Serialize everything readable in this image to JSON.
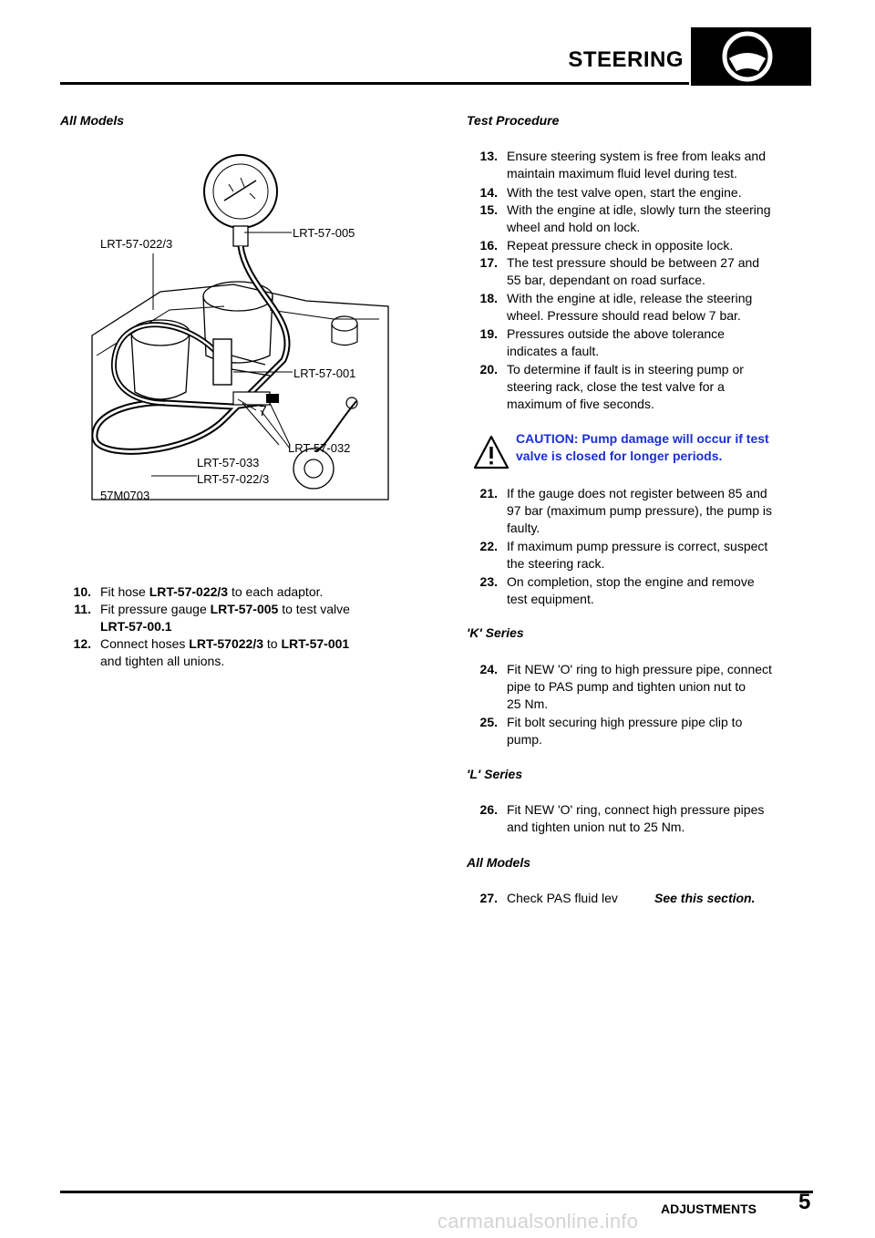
{
  "header": {
    "title": "STEERING",
    "icon": "steering-wheel-icon"
  },
  "left": {
    "section_title": "All Models",
    "figure": {
      "labels": {
        "l1": "LRT-57-022/3",
        "l2": "LRT-57-005",
        "l3": "LRT-57-001",
        "l4": "7",
        "l5": "LRT-57-032",
        "l6": "LRT-57-033",
        "l7": "LRT-57-022/3",
        "l8": "57M0703"
      }
    },
    "steps": [
      {
        "num": "10.",
        "pre": "Fit hose ",
        "bold": "LRT-57-022/3",
        "post": " to each adaptor."
      },
      {
        "num": "11.",
        "pre": "Fit pressure gauge ",
        "bold": "LRT-57-005",
        "post": " to test valve",
        "line2": "LRT-57-00.1"
      },
      {
        "num": "12.",
        "pre": "Connect hoses ",
        "bold": "LRT-57022/3",
        "mid": " to ",
        "bold2": "LRT-57-001",
        "line2": "and tighten all unions."
      }
    ]
  },
  "right": {
    "section_title": "Test Procedure",
    "steps_a": [
      {
        "num": "13.",
        "l1": "Ensure steering system is free from leaks and",
        "l2": "maintain maximum fluid level during test."
      },
      {
        "num": "14.",
        "l1": "With the test valve open, start the engine."
      },
      {
        "num": "15.",
        "l1": "With the engine at idle, slowly turn the steering",
        "l2": "wheel and hold on lock."
      },
      {
        "num": "16.",
        "l1": "Repeat pressure check in opposite lock."
      },
      {
        "num": "17.",
        "l1": "The test pressure should be between 27 and",
        "l2": "55 bar, dependant on road surface."
      },
      {
        "num": "18.",
        "l1": "With the engine at idle, release the steering",
        "l2": "wheel. Pressure should read below 7 bar."
      },
      {
        "num": "19.",
        "l1": "Pressures outside the above tolerance",
        "l2": "indicates a fault."
      },
      {
        "num": "20.",
        "l1": "To determine if fault is in steering pump or",
        "l2": "steering rack, close the test valve for a",
        "l3": "maximum of five seconds."
      }
    ],
    "caution": {
      "l1": "CAUTION: Pump damage will occur if test",
      "l2": "valve is closed for longer periods.",
      "icon": "warning-triangle-icon"
    },
    "steps_b": [
      {
        "num": "21.",
        "l1": "If the gauge does not register between 85 and",
        "l2": "97 bar (maximum pump pressure), the pump is",
        "l3": "faulty."
      },
      {
        "num": "22.",
        "l1": "If maximum pump pressure is correct, suspect",
        "l2": "the steering rack."
      },
      {
        "num": "23.",
        "l1": "On completion, stop the engine and remove",
        "l2": "test equipment."
      }
    ],
    "k_series": {
      "title": "'K' Series",
      "steps": [
        {
          "num": "24.",
          "l1": "Fit NEW 'O' ring to high pressure pipe, connect",
          "l2": "pipe to PAS pump and tighten union nut to",
          "l3": "25 Nm."
        },
        {
          "num": "25.",
          "l1": "Fit bolt securing high pressure pipe clip to",
          "l2": "pump."
        }
      ]
    },
    "l_series": {
      "title": "'L' Series",
      "steps": [
        {
          "num": "26.",
          "l1": "Fit NEW 'O' ring, connect high pressure pipes",
          "l2": "and tighten union nut to 25 Nm."
        }
      ]
    },
    "all_models": {
      "title": "All Models",
      "steps": [
        {
          "num": "27.",
          "l1": "Check PAS fluid lev",
          "ref": "See this section."
        }
      ]
    }
  },
  "footer": {
    "label": "ADJUSTMENTS",
    "page": "5",
    "watermark": "carmanualsonline.info"
  }
}
